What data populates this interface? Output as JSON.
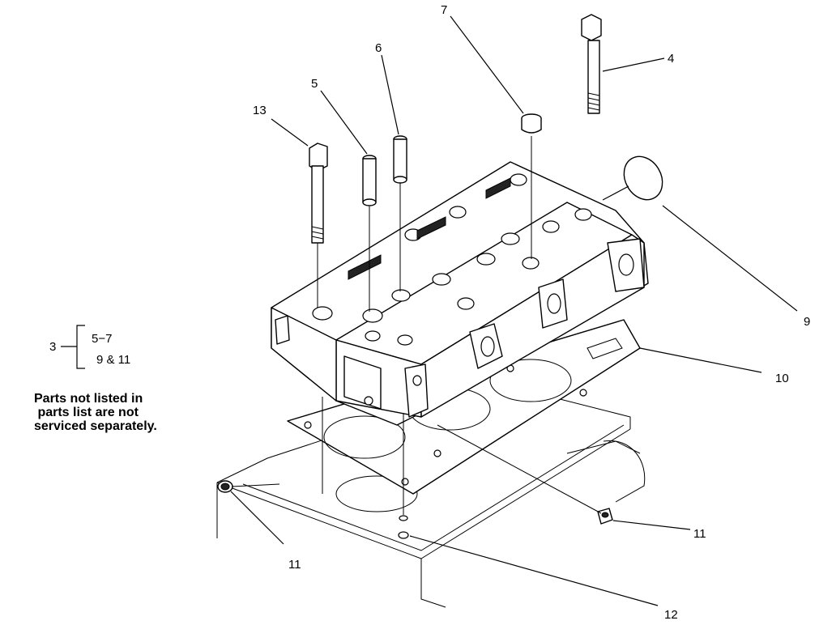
{
  "callouts": {
    "c4": "4",
    "c5": "5",
    "c6": "6",
    "c7": "7",
    "c9": "9",
    "c10": "10",
    "c11a": "11",
    "c11b": "11",
    "c12": "12",
    "c13": "13"
  },
  "group_ref": {
    "parent": "3",
    "line1": "5−7",
    "line2": "9 & 11"
  },
  "note": {
    "line1": "Parts not listed in",
    "line2": " parts list are not",
    "line3": "serviced separately."
  }
}
